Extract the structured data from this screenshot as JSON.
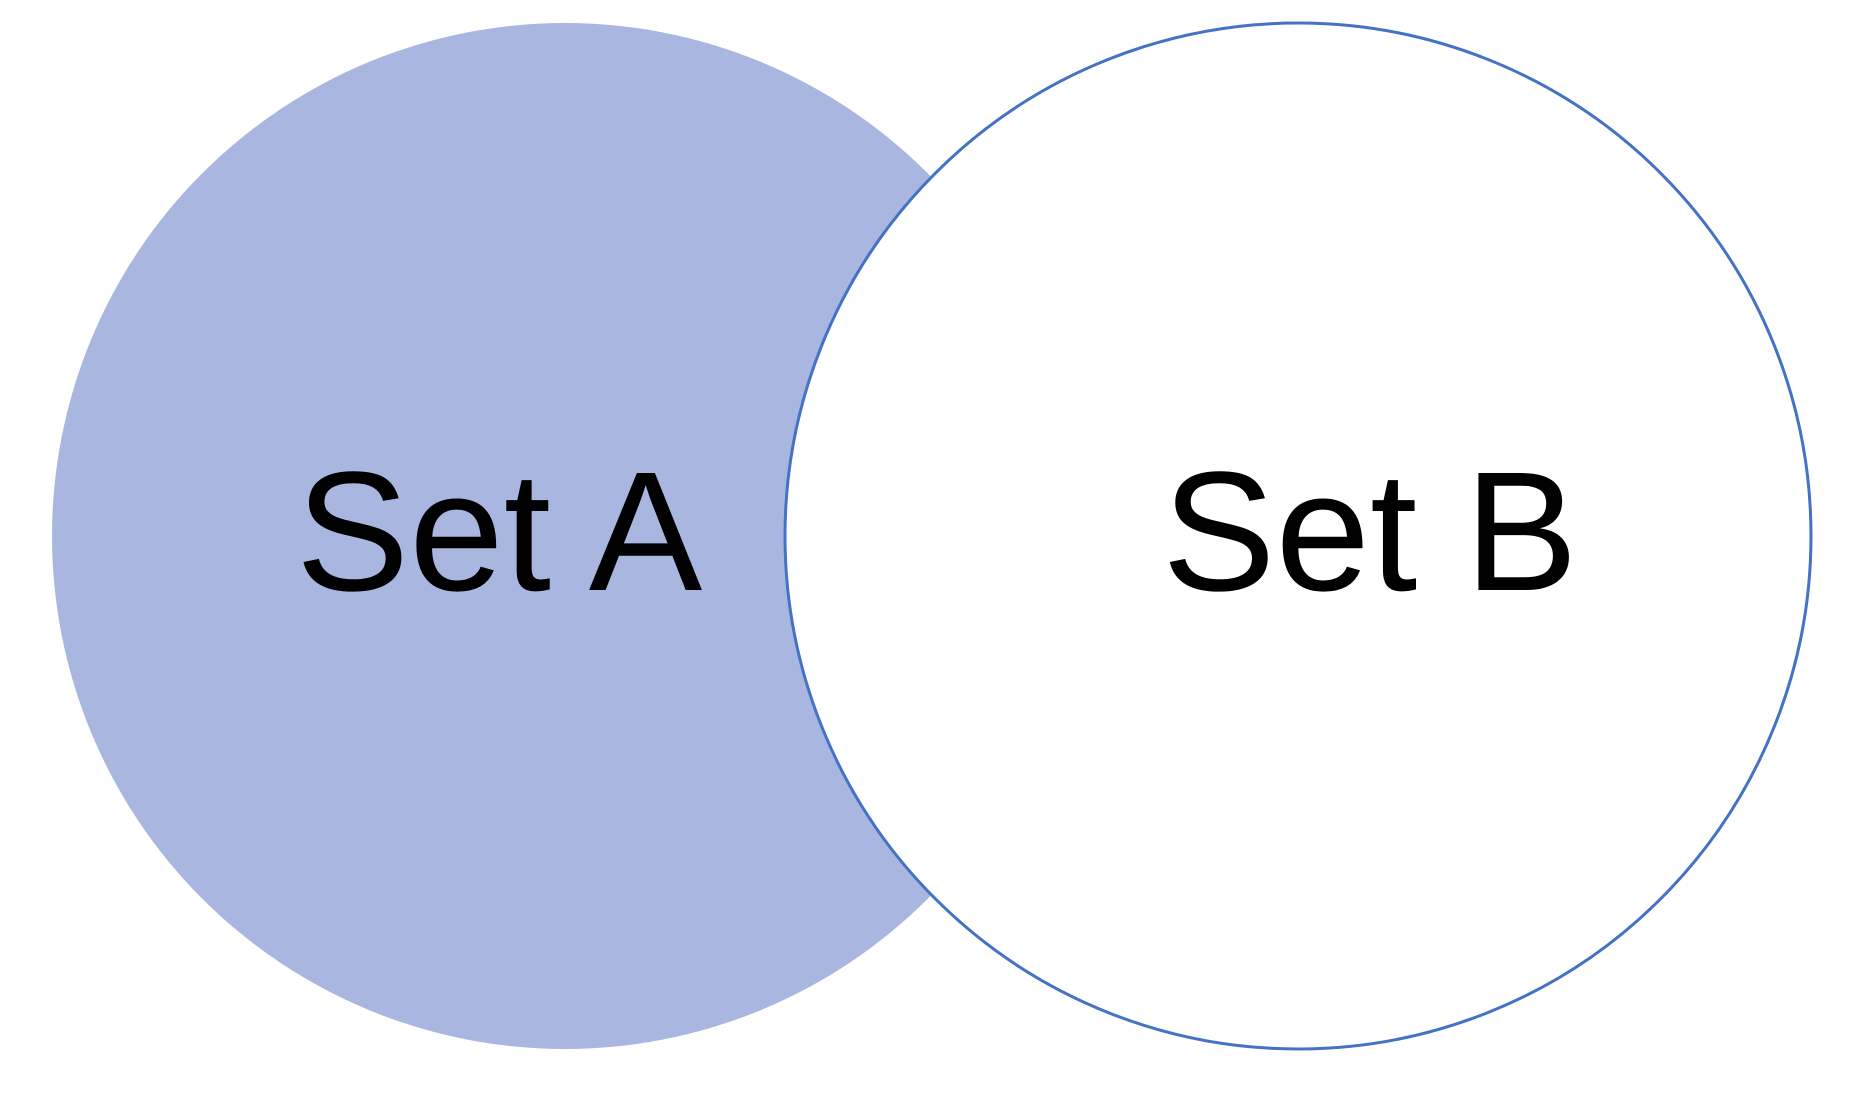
{
  "page": {
    "background": "#ffffff"
  },
  "diagram": {
    "type": "venn-two-circles",
    "label_color": "#000000",
    "sets": [
      {
        "label": "Set A",
        "fill": "#a9b7e0",
        "stroke": "none",
        "stroke_width": 0
      },
      {
        "label": "Set B",
        "fill": "#ffffff",
        "stroke": "#4472c4",
        "stroke_width": 3
      }
    ]
  }
}
